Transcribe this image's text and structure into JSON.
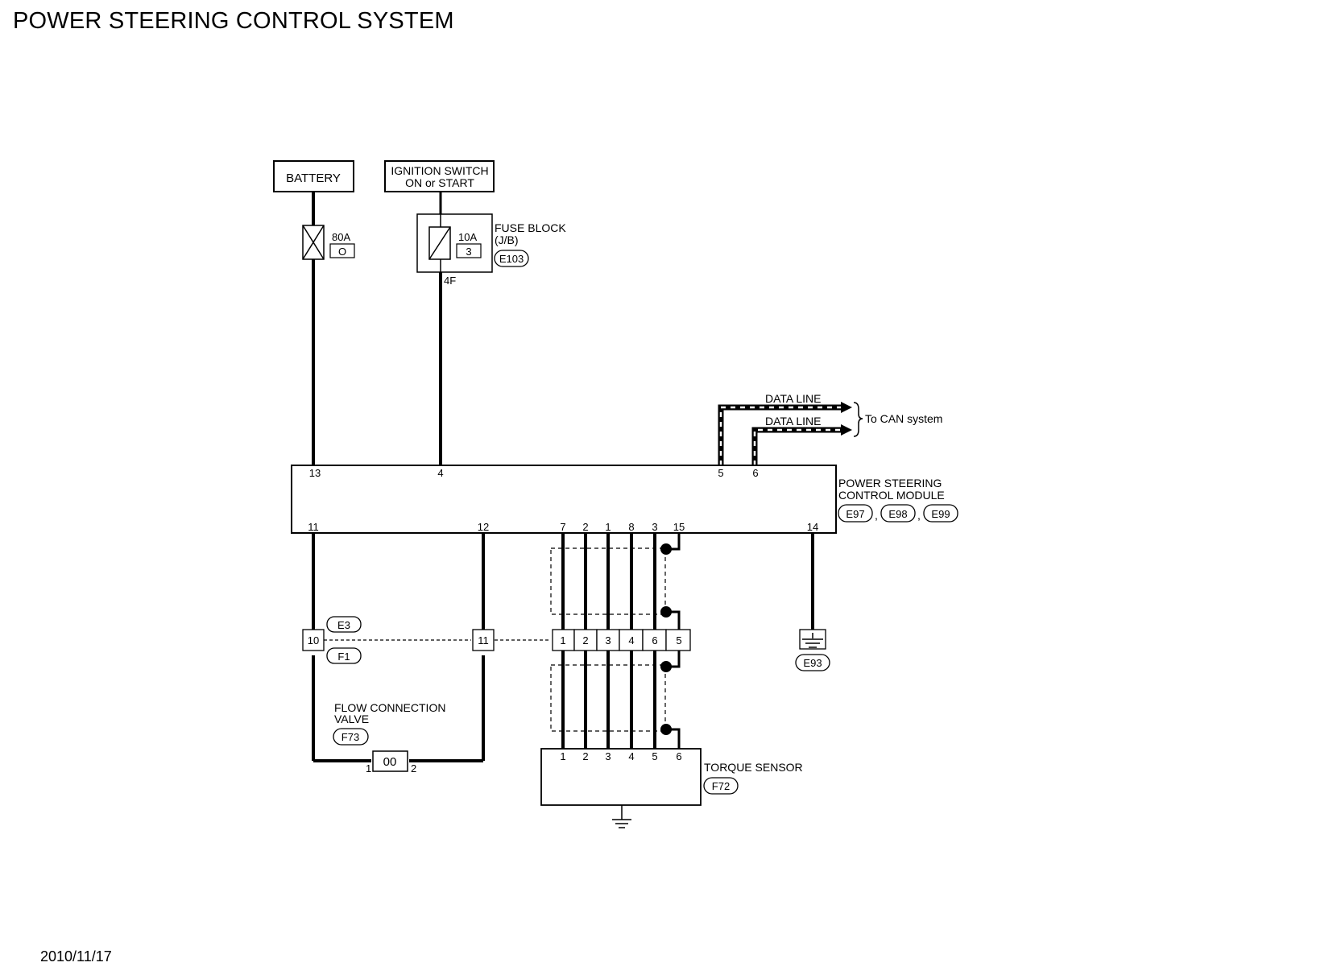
{
  "title": "POWER STEERING CONTROL SYSTEM",
  "date": "2010/11/17",
  "battery": {
    "label": "BATTERY",
    "fuse_rating": "80A",
    "fuse_id": "O"
  },
  "ignition": {
    "label_line1": "IGNITION SWITCH",
    "label_line2": "ON or START"
  },
  "fuse_block": {
    "label_line1": "FUSE BLOCK",
    "label_line2": "(J/B)",
    "connector": "E103",
    "fuse_rating": "10A",
    "fuse_id": "3",
    "terminal": "4F"
  },
  "data_lines": {
    "line1": "DATA LINE",
    "line2": "DATA LINE",
    "destination": "To CAN system"
  },
  "module": {
    "label_line1": "POWER STEERING",
    "label_line2": "CONTROL MODULE",
    "connectors": [
      "E97",
      "E98",
      "E99"
    ],
    "separator": ",",
    "top_pins": [
      "13",
      "4",
      "5",
      "6"
    ],
    "bottom_pins": [
      "11",
      "12",
      "7",
      "2",
      "1",
      "8",
      "3",
      "15",
      "14"
    ]
  },
  "junction": {
    "connector_top": "E3",
    "connector_bottom": "F1",
    "pin_a": "10",
    "pin_b": "11",
    "pins": [
      "1",
      "2",
      "3",
      "4",
      "6",
      "5"
    ]
  },
  "ground": {
    "connector": "E93"
  },
  "flow_valve": {
    "label_line1": "FLOW CONNECTION",
    "label_line2": "VALVE",
    "connector": "F73",
    "symbol": "00",
    "pin1": "1",
    "pin2": "2"
  },
  "torque_sensor": {
    "label": "TORQUE SENSOR",
    "connector": "F72",
    "pins": [
      "1",
      "2",
      "3",
      "4",
      "5",
      "6"
    ]
  }
}
